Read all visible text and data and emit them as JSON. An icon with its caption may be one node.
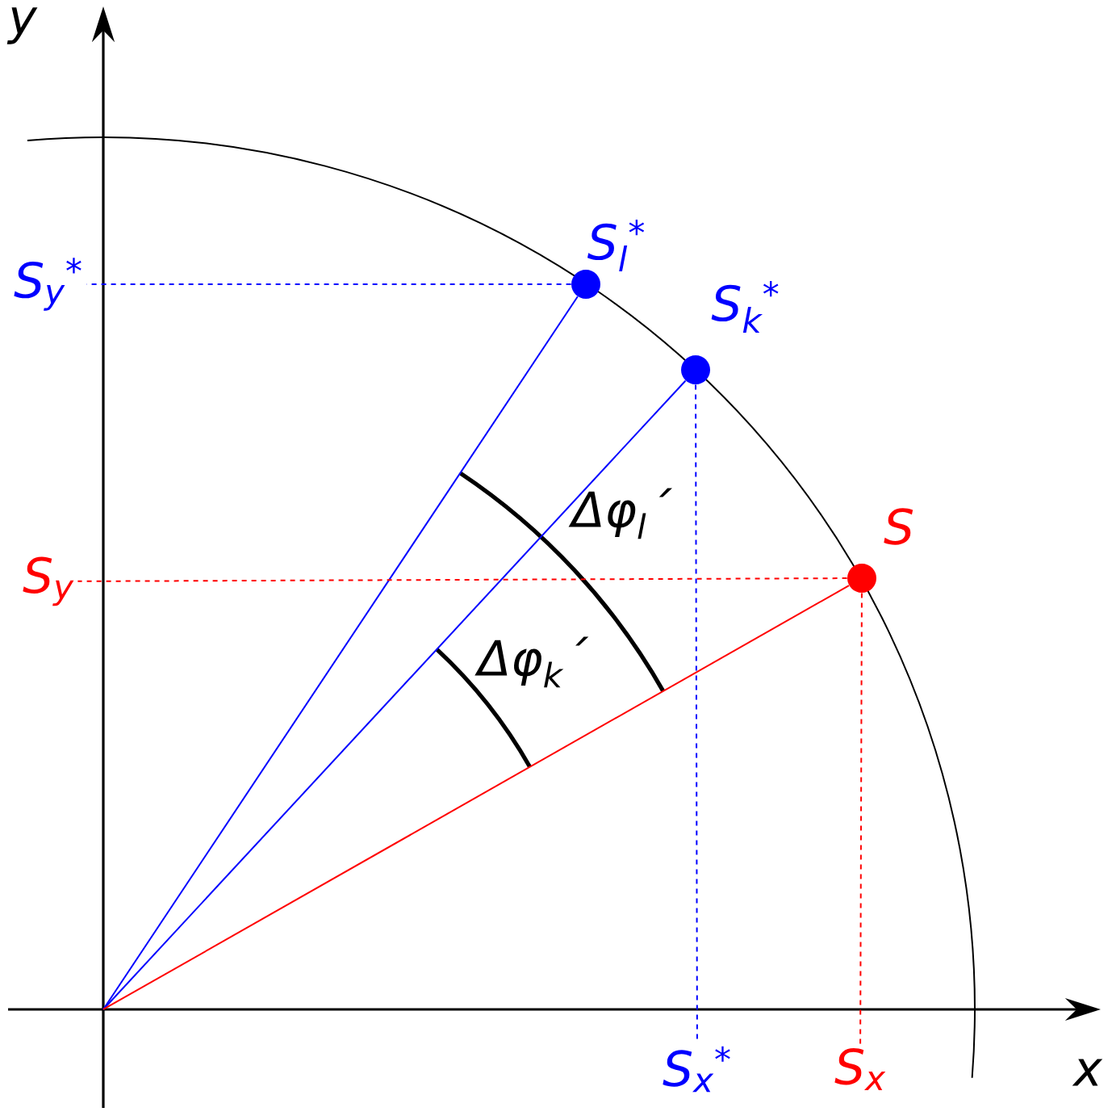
{
  "diagram": {
    "nodes": [
      {
        "text": [],
        "shape": "circle",
        "beside": [
          "S$_{l}$$^{*}$"
        ]
      },
      {
        "text": [],
        "shape": "circle",
        "beside": [
          "S$_{k}$$^{*}$"
        ]
      },
      {
        "text": [],
        "shape": "circle",
        "beside": [
          "S"
        ]
      },
      {
        "text": [
          "S$_{y}$$^{*}$"
        ]
      },
      {
        "text": [
          "S$_{y}$"
        ]
      },
      {
        "text": [
          "S$_{x}$$^{*}$"
        ]
      },
      {
        "text": [
          "S$_{x}$"
        ]
      }
    ],
    "edges": [
      {
        "from": null,
        "to": 0,
        "arrow": "none",
        "color": "#0000ff"
      },
      {
        "from": null,
        "to": 1,
        "arrow": "none",
        "color": "#0000ff"
      },
      {
        "from": null,
        "to": 2,
        "arrow": "none",
        "color": "#ff0000"
      },
      {
        "from": 0,
        "to": 3,
        "arrow": "none",
        "style": "dashed",
        "color": "#0000ff"
      },
      {
        "from": 2,
        "to": 4,
        "arrow": "none",
        "style": "dashed",
        "color": "#ff0000"
      },
      {
        "from": 1,
        "to": 5,
        "arrow": "none",
        "style": "dashed",
        "color": "#0000ff"
      },
      {
        "from": 2,
        "to": 6,
        "arrow": "none",
        "style": "dashed",
        "color": "#ff0000"
      }
    ],
    "labels": [
      "y",
      "x",
      "Δφ$_{l}$´",
      "Δφ$_{k}$´"
    ]
  }
}
